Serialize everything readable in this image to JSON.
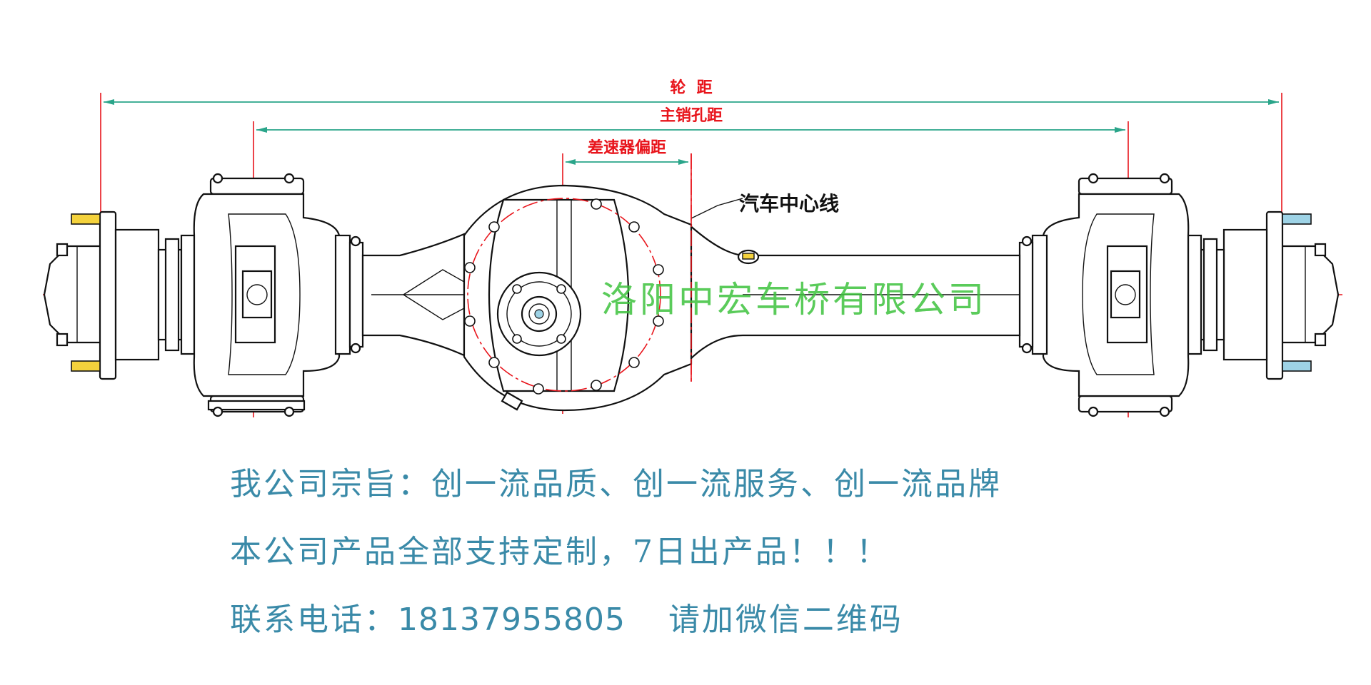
{
  "dimensions": {
    "track_width": "轮  距",
    "kingpin_distance": "主销孔距",
    "differential_offset": "差速器偏距"
  },
  "center_line_label": "汽车中心线",
  "watermark": "洛阳中宏车桥有限公司",
  "slogans": {
    "line1": "我公司宗旨：创一流品质、创一流服务、创一流品牌",
    "line2": "本公司产品全部支持定制，7日出产品！！！",
    "line3_prefix": "联系电话：",
    "phone": "18137955805",
    "line3_suffix": "请加微信二维码"
  },
  "colors": {
    "dimension_text": "#e8141b",
    "dimension_line": "#2aa58a",
    "watermark": "#3ec23e",
    "slogan": "#3a8aa8"
  }
}
